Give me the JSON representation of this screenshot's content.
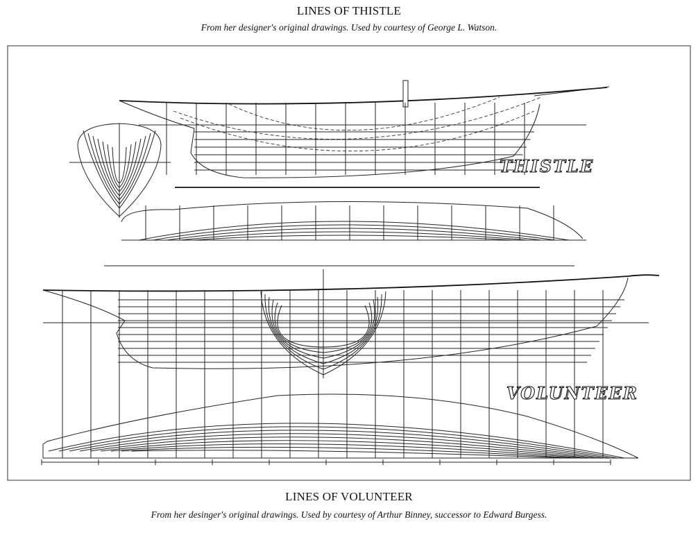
{
  "top": {
    "title": "LINES OF THISTLE",
    "caption": "From her designer's original drawings. Used by courtesy of George L. Watson.",
    "yacht_name": "THISTLE"
  },
  "bottom": {
    "title": "LINES OF VOLUNTEER",
    "caption": "From her desinger's original drawings. Used by courtesy of Arthur Binney, successor to Edward Burgess.",
    "yacht_name": "VOLUNTEER"
  }
}
